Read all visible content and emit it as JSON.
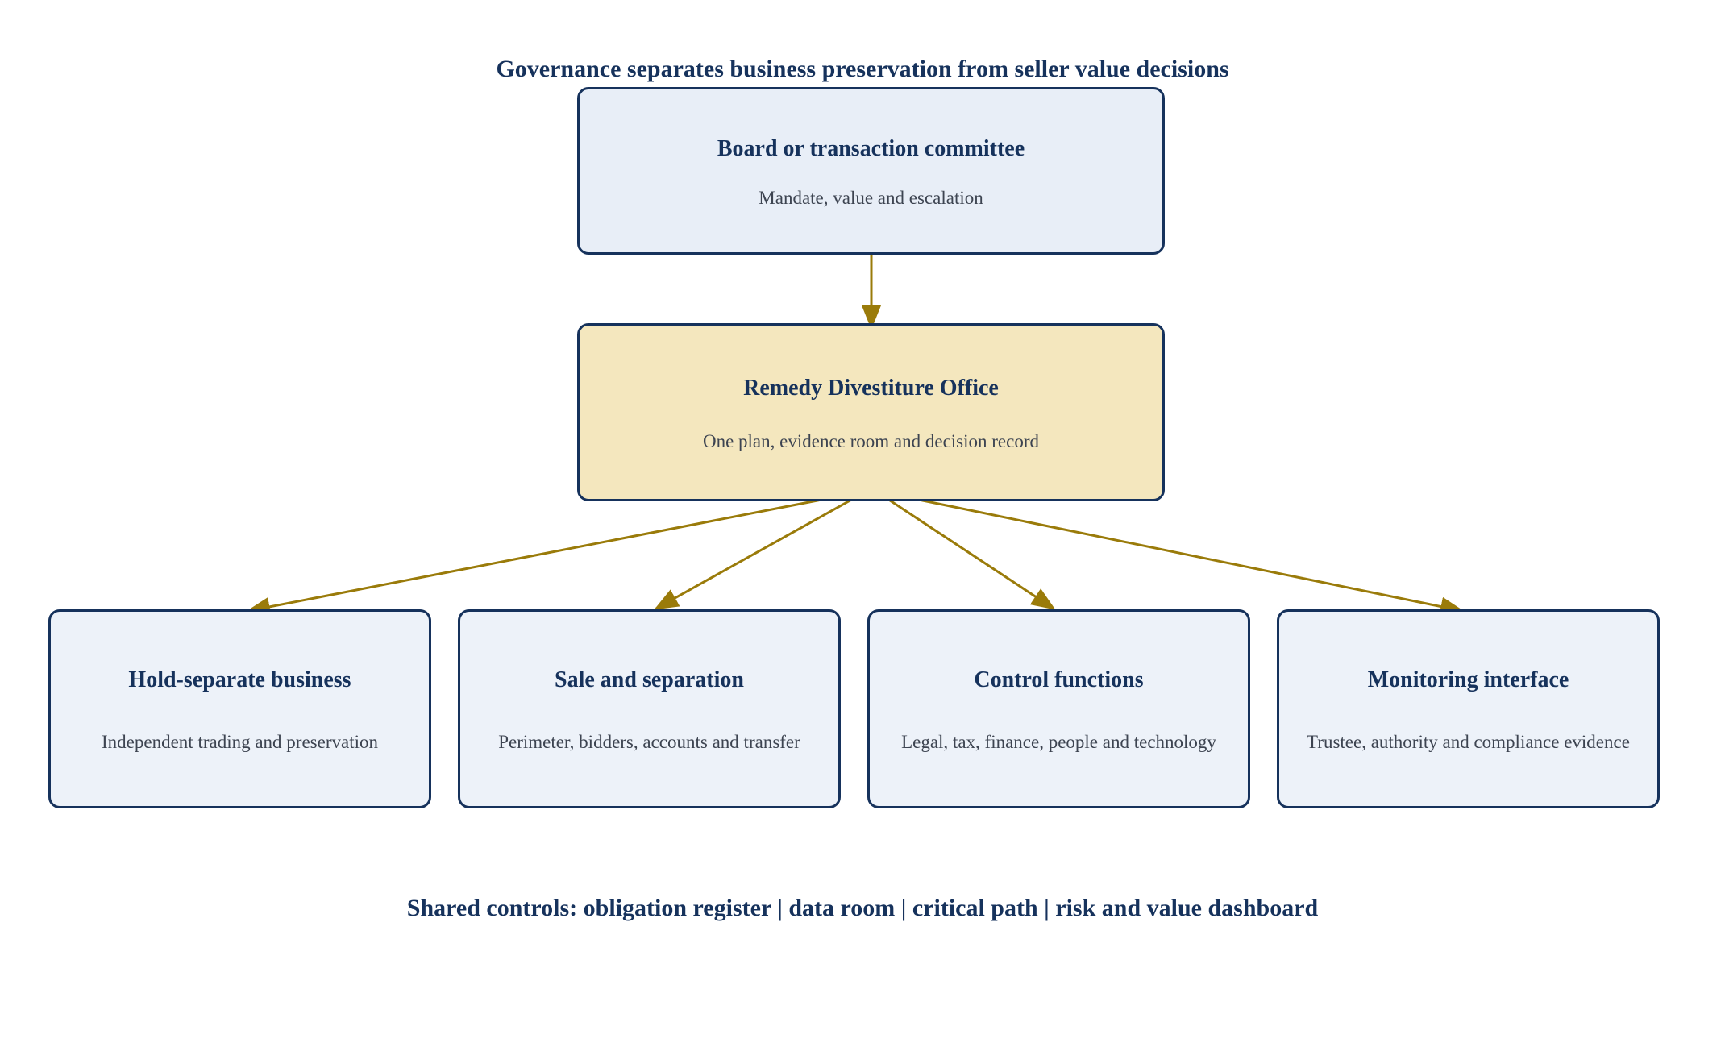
{
  "title": "Governance separates business preservation from seller value decisions",
  "nodes": {
    "board": {
      "title": "Board or transaction committee",
      "subtitle": "Mandate, value and escalation"
    },
    "office": {
      "title": "Remedy Divestiture Office",
      "subtitle": "One plan, evidence room and decision record"
    },
    "children": [
      {
        "title": "Hold-separate business",
        "subtitle": "Independent trading and preservation"
      },
      {
        "title": "Sale and separation",
        "subtitle": "Perimeter, bidders, accounts and transfer"
      },
      {
        "title": "Control functions",
        "subtitle": "Legal, tax, finance, people and technology"
      },
      {
        "title": "Monitoring interface",
        "subtitle": "Trustee, authority and compliance evidence"
      }
    ]
  },
  "footer": "Shared controls: obligation register | data room | critical path | risk and value dashboard",
  "colors": {
    "navy": "#16325c",
    "arrow": "#9a7b0a",
    "board_fill": "#e8eef7",
    "office_fill": "#f4e7be",
    "child_fill": "#edf2f9"
  }
}
